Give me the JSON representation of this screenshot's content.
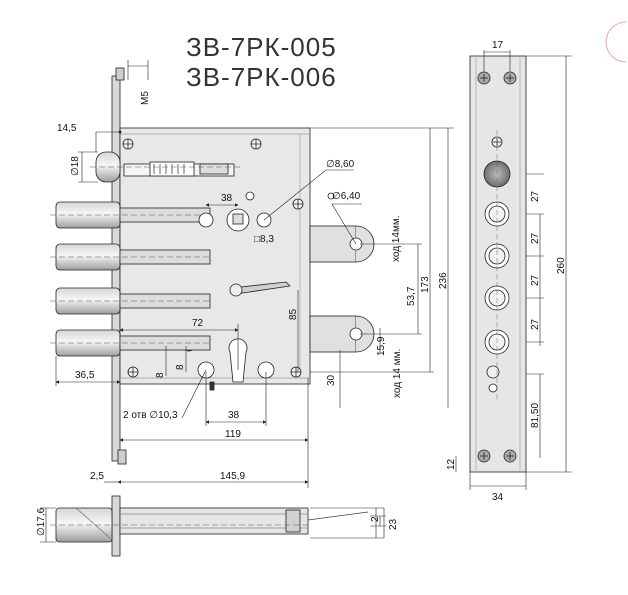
{
  "titles": [
    "ЗВ-7РК-005",
    "ЗВ-7РК-006"
  ],
  "front": {
    "d_bolt": "∅18",
    "w_bolt": "14,5",
    "m5": "M5",
    "d_8_60": "∅8,60",
    "d_6_40": "∅6,40",
    "w38_top": "38",
    "sq_8_3": "□8,3",
    "stroke_top": "ход 14мм.",
    "stroke_bottom": "ход 14 мм.",
    "h_53_7": "53,7",
    "h_173": "173",
    "h_236": "236",
    "h_85": "85",
    "h_15_9": "15,9",
    "h_30": "30",
    "w72": "72",
    "h8a": "8",
    "h8b": "8",
    "w36_5": "36,5",
    "holes": "2 отв ∅10,3",
    "w38_bottom": "38",
    "w119": "119",
    "w2_5": "2,5",
    "w145_9": "145,9"
  },
  "faceplate": {
    "w17": "17",
    "p27a": "27",
    "p27b": "27",
    "p27c": "27",
    "p27d": "27",
    "h260": "260",
    "h81_50": "81,50",
    "h12": "12",
    "w34": "34"
  },
  "bottom": {
    "d17_6": "∅17,6",
    "t2": "2",
    "t23": "23"
  },
  "colors": {
    "plate": "#e9e9e9",
    "bolt_light": "#f4f4f4",
    "bolt_dark": "#9a9a9a",
    "line": "#222222"
  }
}
